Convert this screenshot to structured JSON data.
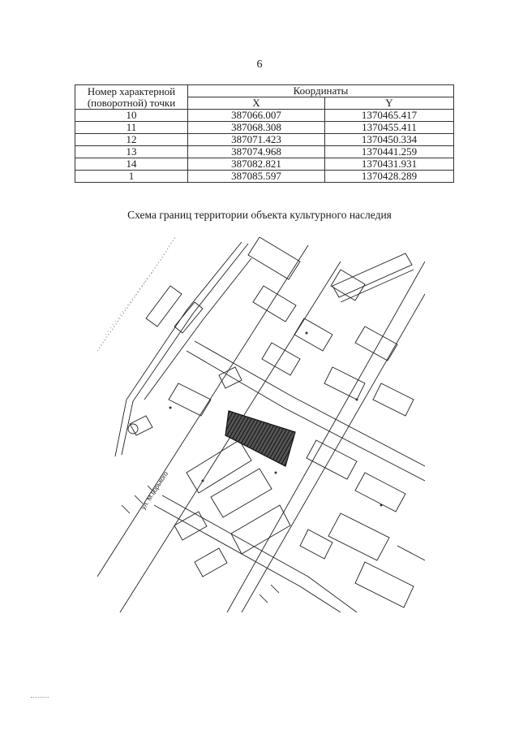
{
  "page_number": "6",
  "table": {
    "header_point_line1": "Номер характерной",
    "header_point_line2": "(поворотной) точки",
    "header_coords": "Координаты",
    "header_x": "X",
    "header_y": "Y",
    "rows": [
      {
        "point": "10",
        "x": "387066.007",
        "y": "1370465.417"
      },
      {
        "point": "11",
        "x": "387068.308",
        "y": "1370455.411"
      },
      {
        "point": "12",
        "x": "387071.423",
        "y": "1370450.334"
      },
      {
        "point": "13",
        "x": "387074.968",
        "y": "1370441.259"
      },
      {
        "point": "14",
        "x": "387082.821",
        "y": "1370431.931"
      },
      {
        "point": "1",
        "x": "387085.597",
        "y": "1370428.289"
      }
    ]
  },
  "caption": "Схема границ территории объекта культурного наследия",
  "map": {
    "street_label": "ул. М.Горького"
  }
}
